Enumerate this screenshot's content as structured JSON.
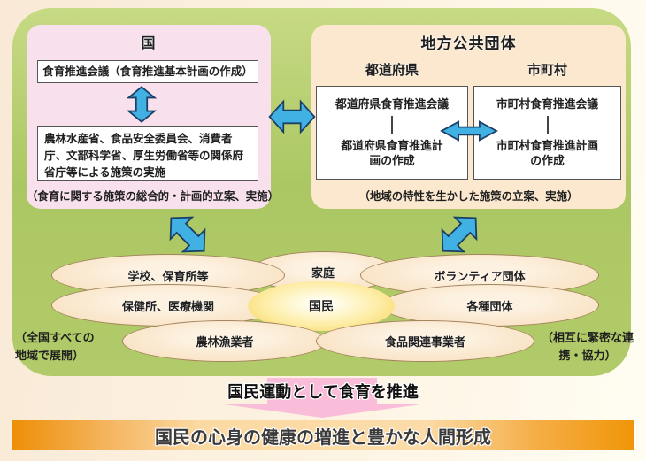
{
  "colors": {
    "panel_green": "#b2cb6a",
    "nation_pink": "#f8e1ed",
    "local_cream": "#fbe8ce",
    "arrow_blue": "#41b0e3",
    "arrow_outline": "#1c3f66",
    "arrow_pink": "#f9bcd9",
    "banner_orange": "#f09508",
    "citizen_yellow": "#f8d056"
  },
  "nation": {
    "title": "国",
    "council": "食育推進会議（食育推進基本計画の作成）",
    "ministries": "農林水産省、食品安全委員会、消費者庁、文部科学省、厚生労働省等の関係府省庁等による施策の実施",
    "caption": "（食育に関する施策の総合的・計画的立案、実施）"
  },
  "local": {
    "title": "地方公共団体",
    "prefecture": {
      "header": "都道府県",
      "council": "都道府県食育推進会議",
      "plan": "都道府県食育推進計画の作成"
    },
    "municipal": {
      "header": "市町村",
      "council": "市町村食育推進会議",
      "plan": "市町村食育推進計画の作成"
    },
    "caption": "（地域の特性を生かした施策の立案、実施）"
  },
  "stakeholders": {
    "schools": "学校、保育所等",
    "family": "家庭",
    "volunteers": "ボランティア団体",
    "health": "保健所、医療機関",
    "citizens": "国民",
    "organizations": "各種団体",
    "farmers": "農林漁業者",
    "food_business": "食品関連事業者"
  },
  "captions": {
    "left": "（全国すべての地域で展開）",
    "right": "（相互に緊密な連携・協力）"
  },
  "footer": {
    "movement": "国民運動として食育を推進",
    "goal": "国民の心身の健康の増進と豊かな人間形成"
  }
}
